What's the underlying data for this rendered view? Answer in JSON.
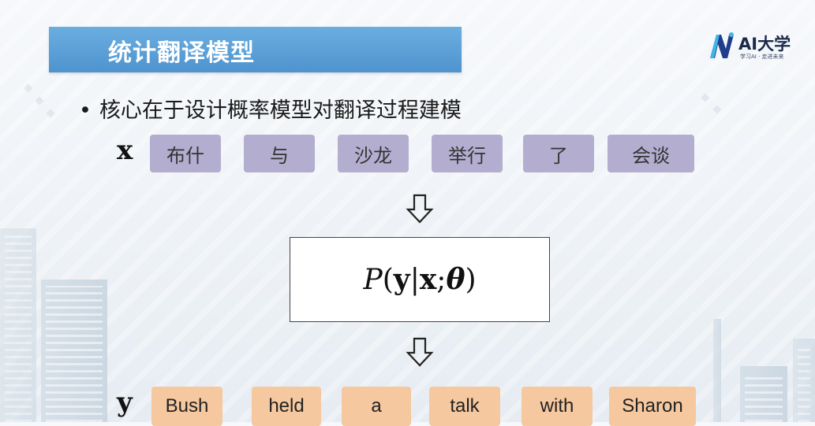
{
  "slide": {
    "title": "统计翻译模型",
    "bullet": "核心在于设计概率模型对翻译过程建模",
    "bullet_marker": "•"
  },
  "logo": {
    "brand": "AI大学",
    "tagline": "学习AI · 走进未来",
    "colors": {
      "mark_dark": "#1f3d8a",
      "mark_light": "#3fb6e8"
    }
  },
  "source": {
    "label": "x",
    "tokens": [
      "布什",
      "与",
      "沙龙",
      "举行",
      "了",
      "会谈"
    ]
  },
  "target": {
    "label": "y",
    "tokens": [
      "Bush",
      "held",
      "a",
      "talk",
      "with",
      "Sharon"
    ]
  },
  "model": {
    "P": "P",
    "open": "(",
    "y": "y",
    "bar": "|",
    "x": "x",
    "semi": ";",
    "theta": "θ",
    "close": ")"
  },
  "arrows": [
    "arrow-down-icon",
    "arrow-down-icon"
  ],
  "colors": {
    "title_bar": "#5a9fd8",
    "source_token": "#b3aed0",
    "target_token": "#f5c89f"
  }
}
